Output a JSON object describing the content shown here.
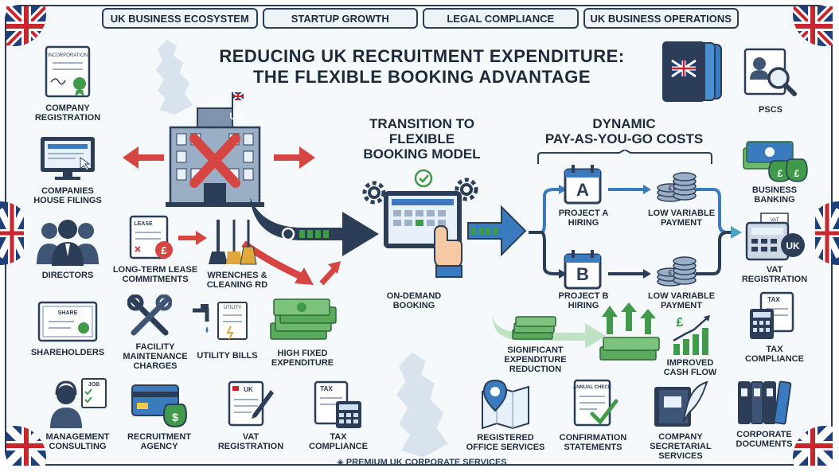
{
  "tabs": [
    "UK BUSINESS ECOSYSTEM",
    "STARTUP GROWTH",
    "LEGAL COMPLIANCE",
    "UK BUSINESS OPERATIONS"
  ],
  "title": {
    "line1": "REDUCING UK RECRUITMENT EXPENDITURE:",
    "line2": "THE FLEXIBLE BOOKING ADVANTAGE"
  },
  "left_column": [
    {
      "line1": "COMPANY",
      "line2": "REGISTRATION",
      "icon": "certificate-icon",
      "badge": "INCORPORATION"
    },
    {
      "line1": "COMPANIES",
      "line2": "HOUSE FILINGS",
      "icon": "computer-icon"
    },
    {
      "line1": "DIRECTORS",
      "line2": "",
      "icon": "people-icon"
    },
    {
      "line1": "SHAREHOLDERS",
      "line2": "",
      "icon": "share-certificate-icon",
      "badge": "SHARE"
    }
  ],
  "bottom_row_left": [
    {
      "line1": "MANAGEMENT",
      "line2": "CONSULTING",
      "icon": "consultant-icon",
      "badge": "JOB"
    },
    {
      "line1": "RECRUITMENT",
      "line2": "AGENCY",
      "icon": "card-money-icon"
    },
    {
      "line1": "VAT",
      "line2": "REGISTRATION",
      "icon": "vat-document-icon",
      "badge": "UK"
    },
    {
      "line1": "TAX",
      "line2": "COMPLIANCE",
      "icon": "tax-calculator-icon",
      "badge": "TAX"
    }
  ],
  "bottom_row_right": [
    {
      "line1": "REGISTERED",
      "line2": "OFFICE SERVICES",
      "icon": "location-pin-icon"
    },
    {
      "line1": "CONFIRMATION",
      "line2": "STATEMENTS",
      "icon": "checklist-icon",
      "badge": "ANNUAL CHECK"
    },
    {
      "line1": "COMPANY",
      "line2": "SECRETARIAL",
      "line3": "SERVICES",
      "icon": "book-quill-icon"
    },
    {
      "line1": "CORPORATE",
      "line2": "DOCUMENTS",
      "icon": "binders-icon"
    }
  ],
  "right_column": [
    {
      "line1": "PSCS",
      "line2": "",
      "icon": "person-search-icon"
    },
    {
      "line1": "BUSINESS",
      "line2": "BANKING",
      "icon": "cash-bags-icon"
    },
    {
      "line1": "VAT",
      "line2": "REGISTRATION",
      "icon": "calculator-uk-icon",
      "badge": "VAT",
      "badge2": "UK"
    },
    {
      "line1": "TAX",
      "line2": "COMPLIANCE",
      "icon": "tax-calculator-icon",
      "badge": "TAX"
    }
  ],
  "center": {
    "building_badge": "UK",
    "costs": [
      {
        "line1": "LONG-TERM LEASE",
        "line2": "COMMITMENTS",
        "badge": "LEASE"
      },
      {
        "line1": "WRENCHES &",
        "line2": "CLEANING RD"
      },
      {
        "line1": "FACILITY",
        "line2": "MAINTENANCE",
        "line3": "CHARGES"
      },
      {
        "line1": "UTILITY BILLS",
        "line2": "",
        "badge": "UTILITY"
      },
      {
        "line1": "HIGH FIXED",
        "line2": "EXPENDITURE"
      }
    ],
    "transition": {
      "line1": "TRANSITION TO",
      "line2": "FLEXIBLE",
      "line3": "BOOKING MODEL"
    },
    "on_demand": {
      "line1": "ON-DEMAND",
      "line2": "BOOKING"
    },
    "dynamic": {
      "line1": "DYNAMIC",
      "line2": "PAY-AS-YOU-GO COSTS"
    },
    "project_a": {
      "letter": "A",
      "line1": "PROJECT A",
      "line2": "HIRING"
    },
    "project_b": {
      "letter": "B",
      "line1": "PROJECT B",
      "line2": "HIRING"
    },
    "payment_a": {
      "line1": "LOW VARIABLE",
      "line2": "PAYMENT"
    },
    "payment_b": {
      "line1": "LOW VARIABLE",
      "line2": "PAYMENT"
    },
    "reduction": {
      "line1": "SIGNIFICANT",
      "line2": "EXPENDITURE",
      "line3": "REDUCTION"
    },
    "cashflow": {
      "line1": "IMPROVED",
      "line2": "CASH FLOW"
    }
  },
  "footer": "PREMIUM UK CORPORATE SERVICES",
  "colors": {
    "navy": "#2c3e57",
    "red": "#d64541",
    "green": "#3f9b4a",
    "blue": "#3a7bbf",
    "teal": "#4aa3c7"
  }
}
